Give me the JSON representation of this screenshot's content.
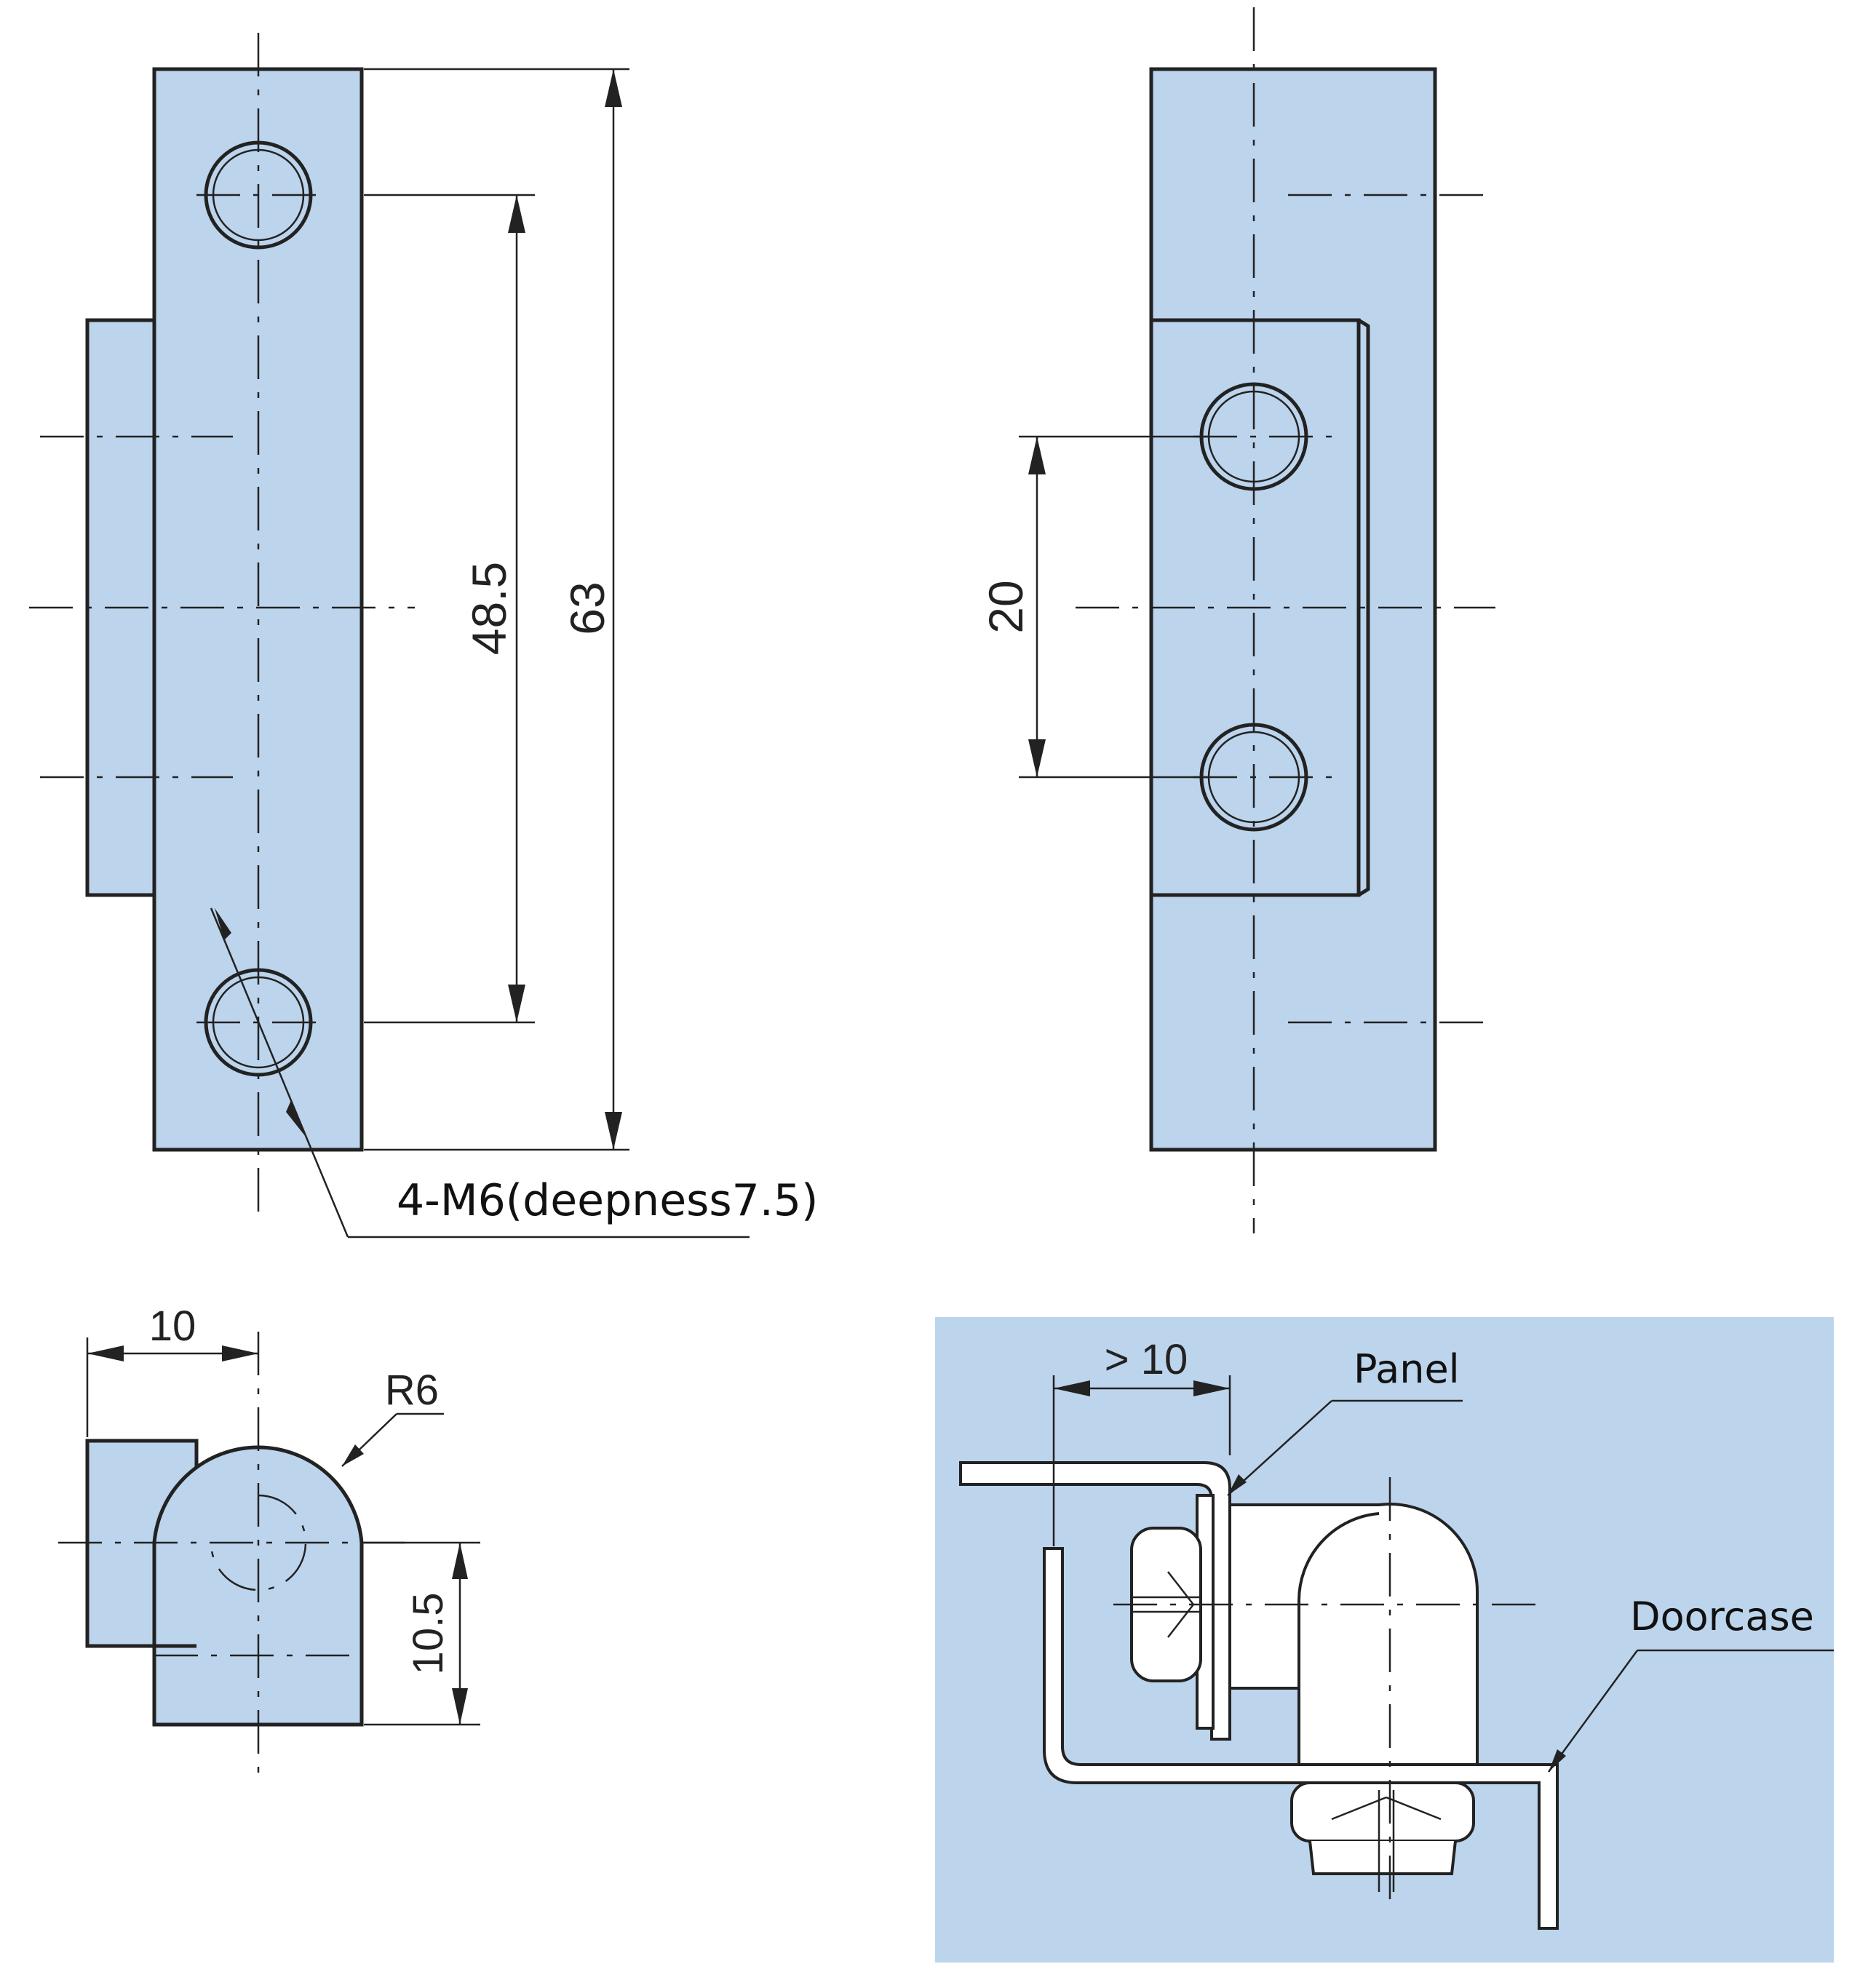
{
  "dimensions": {
    "hole_pitch_front": "48.5",
    "overall_height": "63",
    "hole_pitch_back": "20",
    "side_offset": "10",
    "radius": "R6",
    "side_height": "10.5",
    "panel_clearance": "> 10"
  },
  "notes": {
    "thread_callout": "4-M6(deepness7.5)"
  },
  "installation": {
    "panel_label": "Panel",
    "doorcase_label": "Doorcase"
  },
  "colors": {
    "part_fill": "#bcd4ec",
    "line": "#222222"
  }
}
